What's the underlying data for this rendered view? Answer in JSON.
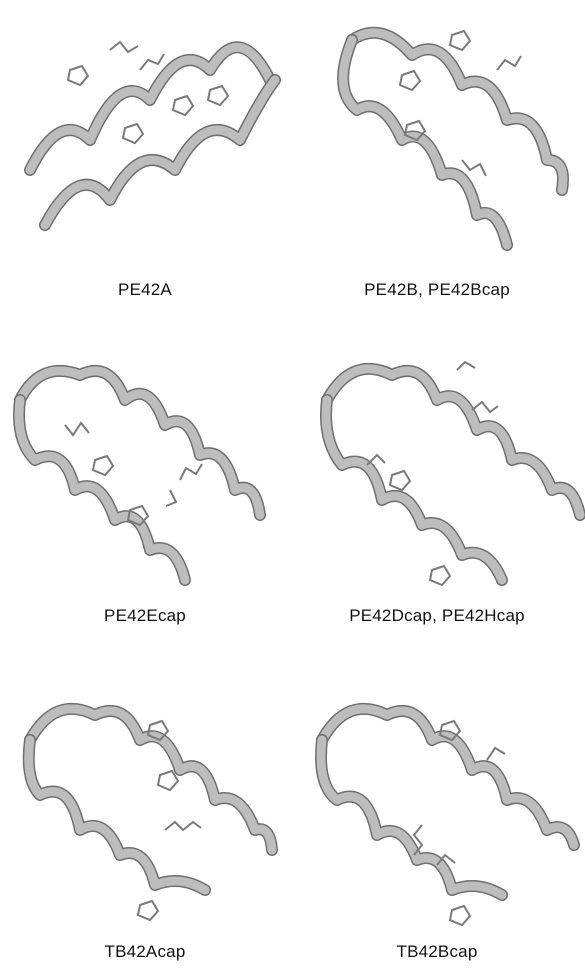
{
  "figure": {
    "panels": [
      {
        "label": "PE42A",
        "topology": "two-helix",
        "residue_icons": [
          "ring-sidechain",
          "ring-sidechain",
          "ring-sidechain",
          "ring-sidechain",
          "stick-sidechain",
          "stick-sidechain"
        ]
      },
      {
        "label": "PE42B, PE42Bcap",
        "topology": "three-helix",
        "residue_icons": [
          "ring-sidechain",
          "ring-sidechain",
          "ring-sidechain",
          "stick-sidechain",
          "stick-sidechain"
        ]
      },
      {
        "label": "PE42Ecap",
        "topology": "three-helix",
        "residue_icons": [
          "ring-sidechain",
          "ring-sidechain",
          "stick-sidechain",
          "stick-sidechain",
          "stick-sidechain"
        ]
      },
      {
        "label": "PE42Dcap, PE42Hcap",
        "topology": "three-helix",
        "residue_icons": [
          "ring-sidechain",
          "ring-sidechain",
          "stick-sidechain",
          "stick-sidechain",
          "stick-sidechain"
        ]
      },
      {
        "label": "TB42Acap",
        "topology": "three-helix",
        "residue_icons": [
          "ring-sidechain",
          "ring-sidechain",
          "ring-sidechain",
          "stick-sidechain"
        ]
      },
      {
        "label": "TB42Bcap",
        "topology": "three-helix",
        "residue_icons": [
          "ring-sidechain",
          "ring-sidechain",
          "stick-sidechain",
          "stick-sidechain",
          "stick-sidechain"
        ]
      }
    ],
    "colors": {
      "ribbon": "#b5b5b5",
      "ribbon_edge": "#6f6f6f",
      "sidechain": "#7a7a7a",
      "background": "#ffffff"
    }
  }
}
